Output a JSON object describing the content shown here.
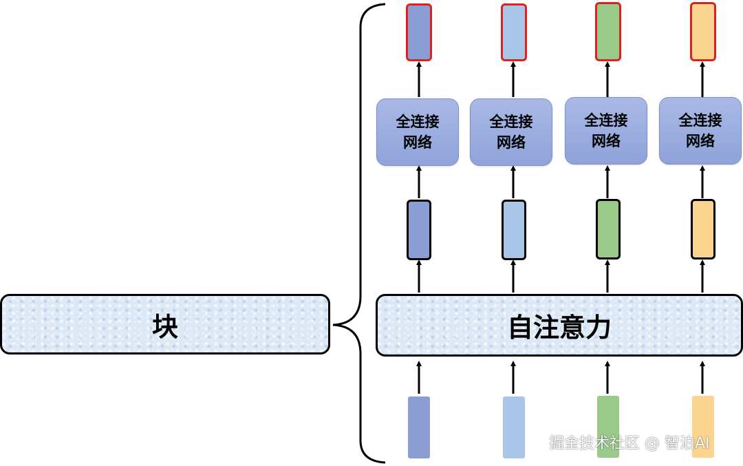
{
  "block_label": "块",
  "attention_label": "自注意力",
  "fc_label_line1": "全连接",
  "fc_label_line2": "网络",
  "columns": [
    {
      "color": "#8b9ed4"
    },
    {
      "color": "#a9c6e8"
    },
    {
      "color": "#9bc98a"
    },
    {
      "color": "#fbd58f"
    }
  ],
  "watermark": "掘金技术社区 @ 智泊AI"
}
